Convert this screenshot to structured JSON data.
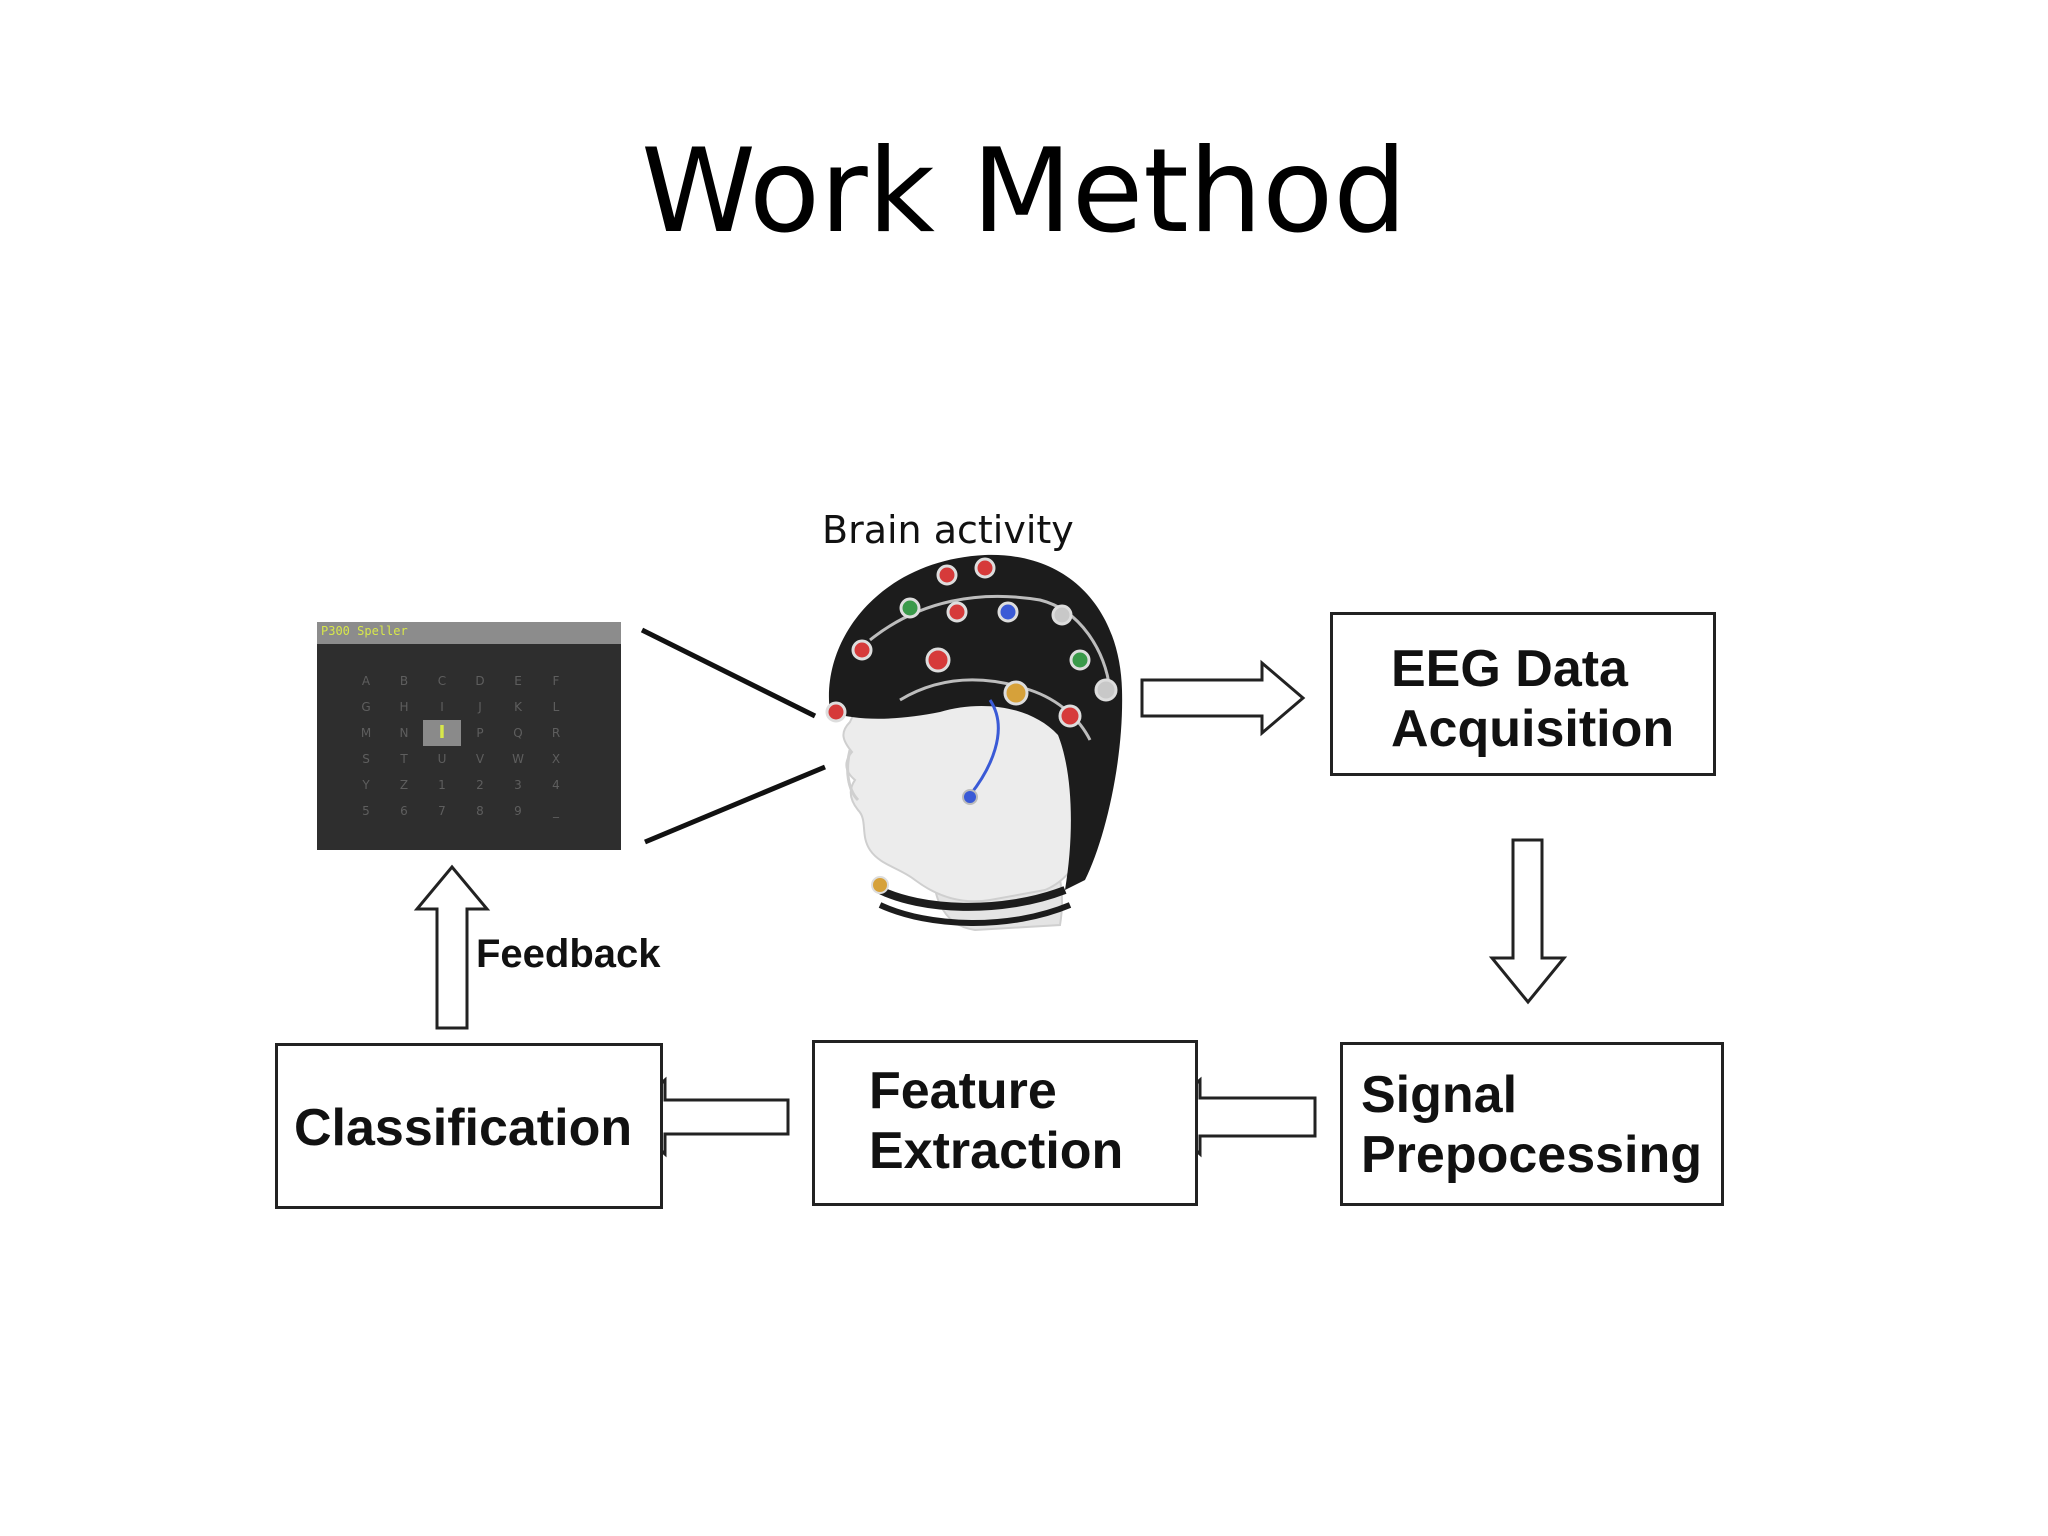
{
  "title": "Work Method",
  "labels": {
    "brain_activity": "Brain activity",
    "feedback": "Feedback"
  },
  "boxes": {
    "eeg": [
      "EEG Data",
      "Acquisition"
    ],
    "signal": [
      "Signal",
      "Prepocessing"
    ],
    "feature": [
      "Feature",
      "Extraction"
    ],
    "classification": "Classification"
  },
  "speller": {
    "window_title": "P300 Speller",
    "rows": [
      [
        "A",
        "B",
        "C",
        "D",
        "E",
        "F"
      ],
      [
        "G",
        "H",
        "I",
        "J",
        "K",
        "L"
      ],
      [
        "M",
        "N",
        "I",
        "P",
        "Q",
        "R"
      ],
      [
        "S",
        "T",
        "U",
        "V",
        "W",
        "X"
      ],
      [
        "Y",
        "Z",
        "1",
        "2",
        "3",
        "4"
      ],
      [
        "5",
        "6",
        "7",
        "8",
        "9",
        "_"
      ]
    ],
    "highlight": {
      "row": 2,
      "col": 2
    }
  },
  "colors": {
    "cap": "#1c1c1c",
    "head": "#e8e8e8",
    "electrodes": [
      "#d63a3a",
      "#3a9a4a",
      "#3a5ad6",
      "#d6a13a",
      "#c8c8c8"
    ]
  }
}
